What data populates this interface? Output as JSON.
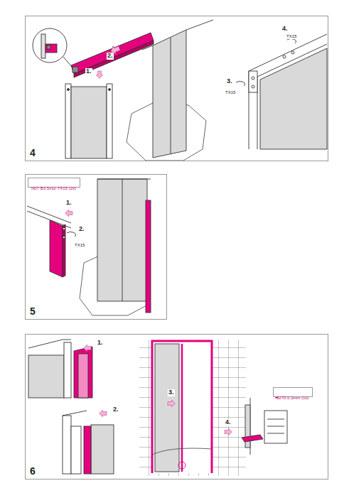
{
  "diagram": {
    "nodes": [
      {
        "text": [
          "4"
        ]
      },
      {
        "text": [
          "5"
        ]
      },
      {
        "text": [
          "N07 B3,5x32-TX15 (2x)"
        ],
        "in": 1
      },
      {
        "text": [
          "6"
        ]
      },
      {
        "text": [
          "3270 0,3mm (1x)"
        ],
        "in": 3
      }
    ],
    "labels": [
      "2.",
      "1.",
      "4.",
      "TX15",
      "3.",
      "TX15",
      "1.",
      "2.",
      "TX15",
      "1.",
      "2.",
      "3.",
      "4."
    ]
  }
}
